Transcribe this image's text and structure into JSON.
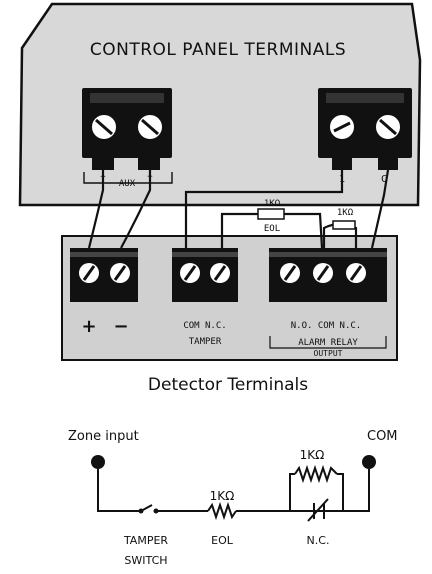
{
  "panel": {
    "title": "CONTROL PANEL TERMINALS",
    "aux_plus": "+",
    "aux_label": "AUX",
    "aux_minus": "−",
    "zone_label": "1",
    "com_label": "C"
  },
  "wiring": {
    "eol_resistor_value": "1KΩ",
    "eol_label": "EOL",
    "relay_resistor_value": "1KΩ"
  },
  "detector": {
    "title": "Detector Terminals",
    "power_plus": "+",
    "power_minus": "−",
    "tamper_terminals": "COM N.C.",
    "tamper_label": "TAMPER",
    "alarm_terminals": "N.O. COM N.C.",
    "alarm_label": "ALARM RELAY",
    "output_label": "OUTPUT"
  },
  "schematic": {
    "zone_input_label": "Zone input",
    "com_label": "COM",
    "eol_resistor_value": "1KΩ",
    "nc_resistor_value": "1KΩ",
    "tamper_label": "TAMPER",
    "switch_label": "SWITCH",
    "eol_label": "EOL",
    "nc_label": "N.C."
  },
  "colors": {
    "panel_fill": "#d8d8d8",
    "terminal_block": "#111111",
    "line": "#111111"
  }
}
